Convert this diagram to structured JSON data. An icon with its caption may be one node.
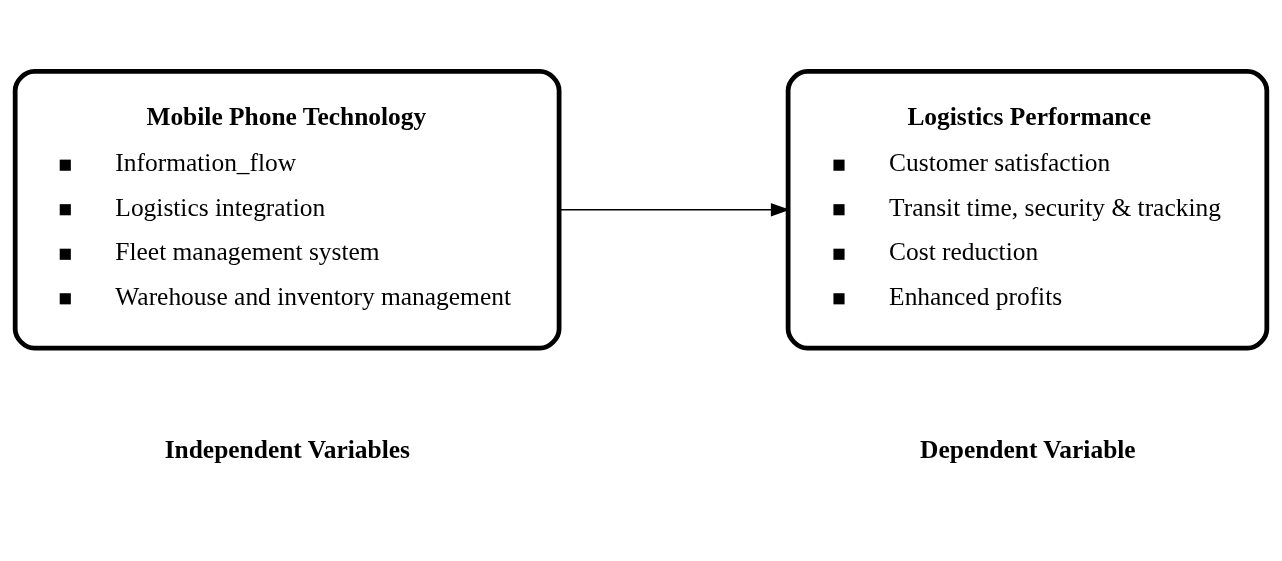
{
  "diagram": {
    "nodes": [
      {
        "text": [
          "Mobile Phone Technology",
          "Information_flow",
          "Logistics integration",
          "Fleet management system",
          "Warehouse and inventory management"
        ]
      },
      {
        "text": [
          "Logistics Performance",
          "Customer satisfaction",
          "Transit time, security & tracking",
          "Cost reduction",
          "Enhanced profits"
        ]
      }
    ],
    "edges": [
      {
        "from": 0,
        "to": 1,
        "arrow": "to"
      }
    ],
    "labels": [
      "Independent Variables",
      "Dependent Variable"
    ]
  }
}
